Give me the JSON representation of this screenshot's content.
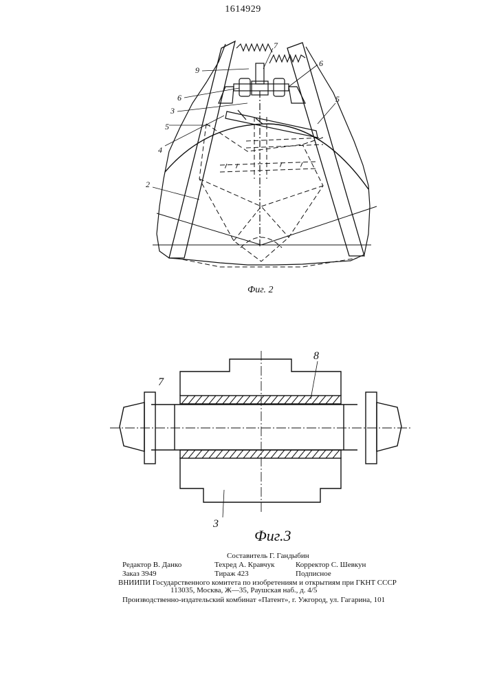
{
  "header": {
    "patent_number": "1614929"
  },
  "figure2": {
    "caption": "Фиг. 2",
    "labels": {
      "l7": "7",
      "l9": "9",
      "l6a": "6",
      "l6b": "6",
      "l3": "3",
      "l5a": "5",
      "l5b": "5",
      "l4": "4",
      "l2": "2"
    }
  },
  "figure3": {
    "caption": "Фиг.3",
    "labels": {
      "l8": "8",
      "l7": "7",
      "l3": "3"
    }
  },
  "imprint": {
    "compiler": "Составитель Г. Гандыбин",
    "editor": "Редактор В. Данко",
    "techred": "Техред А. Кравчук",
    "corrector": "Корректор С. Шевкун",
    "order": "Заказ 3949",
    "circulation": "Тираж 423",
    "subscription": "Подписное",
    "vniipi": "ВНИИПИ Государственного комитета по изобретениям и открытиям при ГКНТ СССР",
    "address": "113035, Москва, Ж—35, Раушская наб., д. 4/5",
    "publisher": "Производственно-издательский комбинат «Патент», г. Ужгород, ул. Гагарина, 101"
  }
}
